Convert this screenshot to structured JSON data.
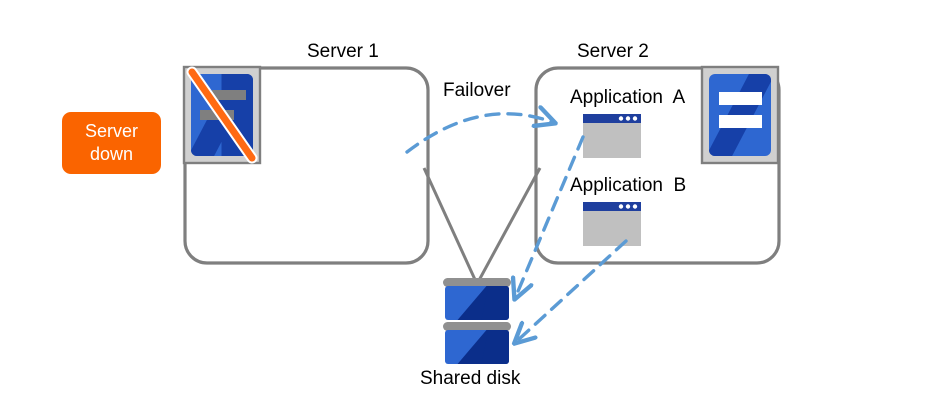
{
  "diagram": {
    "title_server1": "Server 1",
    "title_server2": "Server 2",
    "failover_label": "Failover",
    "shared_disk_label": "Shared disk",
    "applications": [
      {
        "label": "Application  A"
      },
      {
        "label": "Application  B"
      }
    ],
    "status_badge": {
      "line1": "Server",
      "line2": "down"
    },
    "colors": {
      "badge_bg": "#FA6400",
      "badge_text": "#FFFFFF",
      "box_border": "#7F7F7F",
      "arrow_blue": "#5B9BD5",
      "server_icon_light": "#2E67D1",
      "server_icon_dark": "#1640A8",
      "server_icon_frame": "#D0D0D0",
      "disk_blue_light": "#2E67D1",
      "disk_blue_dark": "#0B2E8A",
      "disk_bar_gray": "#909090",
      "app_titlebar": "#1F3F9E",
      "app_body": "#C0C0C0",
      "strike_orange": "#FF6A13",
      "text": "#000000"
    },
    "icons": {
      "server1": "server-icon-down",
      "server2": "server-icon",
      "disk": "shared-disk-icon",
      "app_window": "app-window-icon"
    }
  }
}
